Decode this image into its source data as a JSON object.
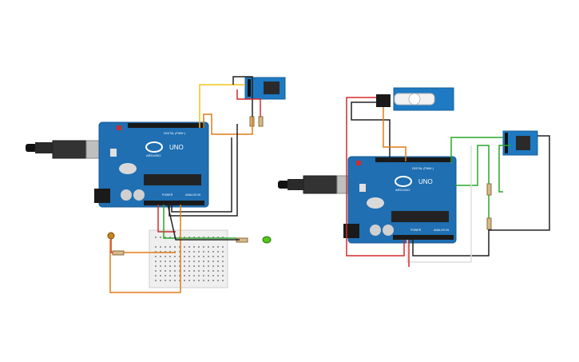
{
  "circuit_left": {
    "board": {
      "brand": "ARDUINO",
      "model": "UNO",
      "header_digital": "DIGITAL (PWM~)",
      "header_power": "POWER",
      "header_analog": "ANALOG IN",
      "color": "#1f6fb2"
    },
    "components": [
      "esp8266-wifi-module",
      "resistor",
      "resistor",
      "breadboard-mini",
      "photoresistor",
      "resistor",
      "green-led"
    ],
    "led_color": "#52c41a"
  },
  "circuit_right": {
    "board": {
      "brand": "ARDUINO",
      "model": "UNO",
      "header_digital": "DIGITAL (PWM~)",
      "header_power": "POWER",
      "header_analog": "ANALOG IN",
      "color": "#1f6fb2"
    },
    "components": [
      "servo-motor",
      "esp8266-wifi-module",
      "resistor",
      "resistor"
    ]
  },
  "wire_colors": {
    "red": "#d42b2b",
    "black": "#222222",
    "orange": "#e07b17",
    "yellow": "#f0c419",
    "green": "#2aa52a",
    "white": "#dddddd"
  }
}
